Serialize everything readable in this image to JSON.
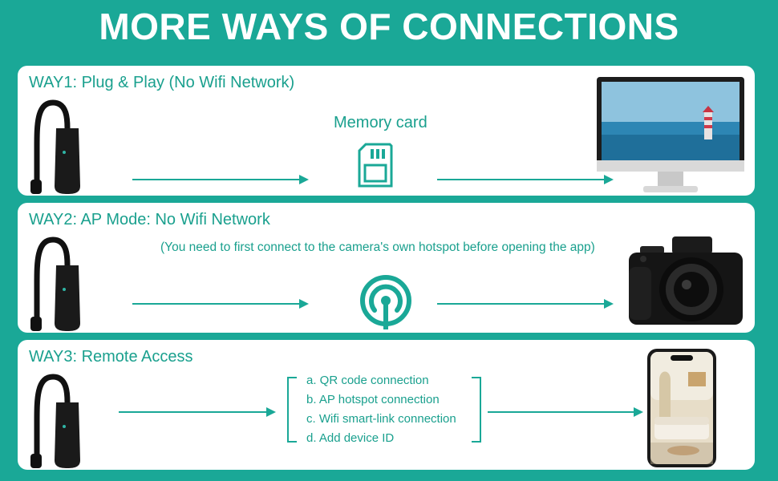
{
  "title": "MORE WAYS OF CONNECTIONS",
  "colors": {
    "accent": "#1aa897",
    "text_accent": "#1aa08e",
    "panel": "#ffffff"
  },
  "way1": {
    "heading": "WAY1: Plug & Play (No Wifi Network)",
    "medium_label": "Memory card",
    "icons": [
      "camera-dongle-icon",
      "sd-card-icon",
      "monitor-icon"
    ]
  },
  "way2": {
    "heading": "WAY2: AP Mode: No Wifi Network",
    "note": "(You need to first connect to the camera's own hotspot before opening the app)",
    "icons": [
      "camera-dongle-icon",
      "hotspot-icon",
      "digital-camera-icon"
    ]
  },
  "way3": {
    "heading": "WAY3: Remote Access",
    "options": [
      "a. QR code connection",
      "b. AP hotspot connection",
      "c. Wifi smart-link connection",
      "d. Add device ID"
    ],
    "icons": [
      "camera-dongle-icon",
      "smartphone-icon"
    ]
  }
}
